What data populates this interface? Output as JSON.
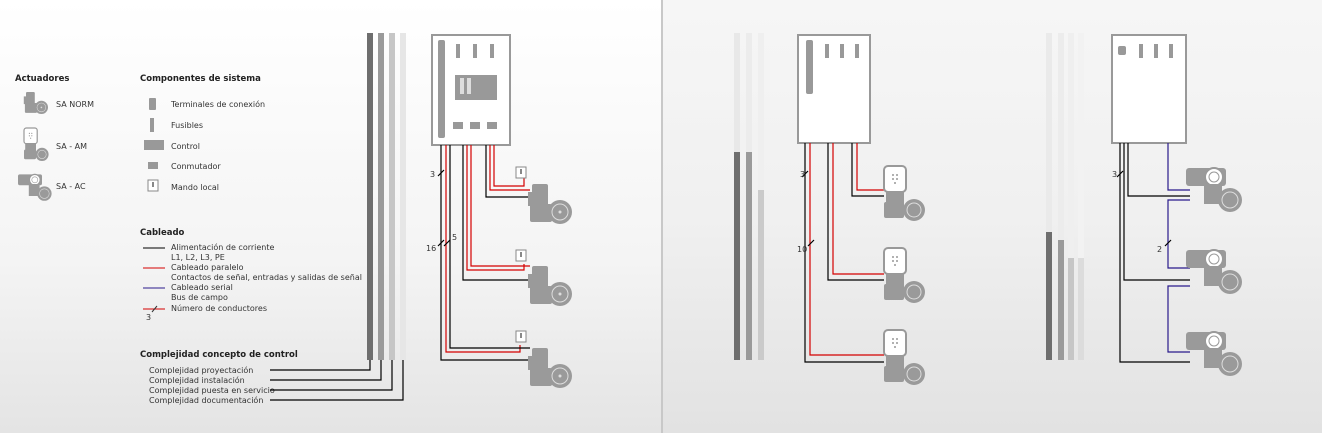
{
  "legend": {
    "actuators_title": "Actuadores",
    "actuators": [
      "SA NORM",
      "SA - AM",
      "SA - AC"
    ],
    "components_title": "Componentes de sistema",
    "components": [
      "Terminales de conexión",
      "Fusibles",
      "Control",
      "Conmutador",
      "Mando local"
    ],
    "wiring_title": "Cableado",
    "wiring": [
      {
        "label": "Alimentación de corriente",
        "sub": "L1, L2, L3, PE",
        "color": "#000000"
      },
      {
        "label": "Cableado paralelo",
        "sub": "Contactos de señal, entradas y salidas de señal",
        "color": "#d40000"
      },
      {
        "label": "Cableado serial",
        "sub": "Bus de campo",
        "color": "#2a1a8c"
      },
      {
        "label": "Número de conductores",
        "sub": "3",
        "color": "#d40000"
      }
    ],
    "complexity_title": "Complejidad concepto de control",
    "complexity": [
      "Complejidad proyectación",
      "Complejidad instalación",
      "Complejidad puesta en servicio",
      "Complejidad documentación"
    ]
  },
  "diagram1": {
    "conductors_a": "3",
    "conductors_b": "16",
    "conductors_c": "5"
  },
  "diagram2": {
    "conductors_a": "3",
    "conductors_b": "10"
  },
  "diagram3": {
    "conductors_a": "3",
    "conductors_b": "2"
  },
  "colors": {
    "power": "#000000",
    "parallel": "#d40000",
    "serial": "#2a1a8c",
    "bar1": "#6e6e6e",
    "bar2": "#9a9a9a",
    "bar3": "#c6c6c6",
    "bar4": "#e6e6e6"
  }
}
